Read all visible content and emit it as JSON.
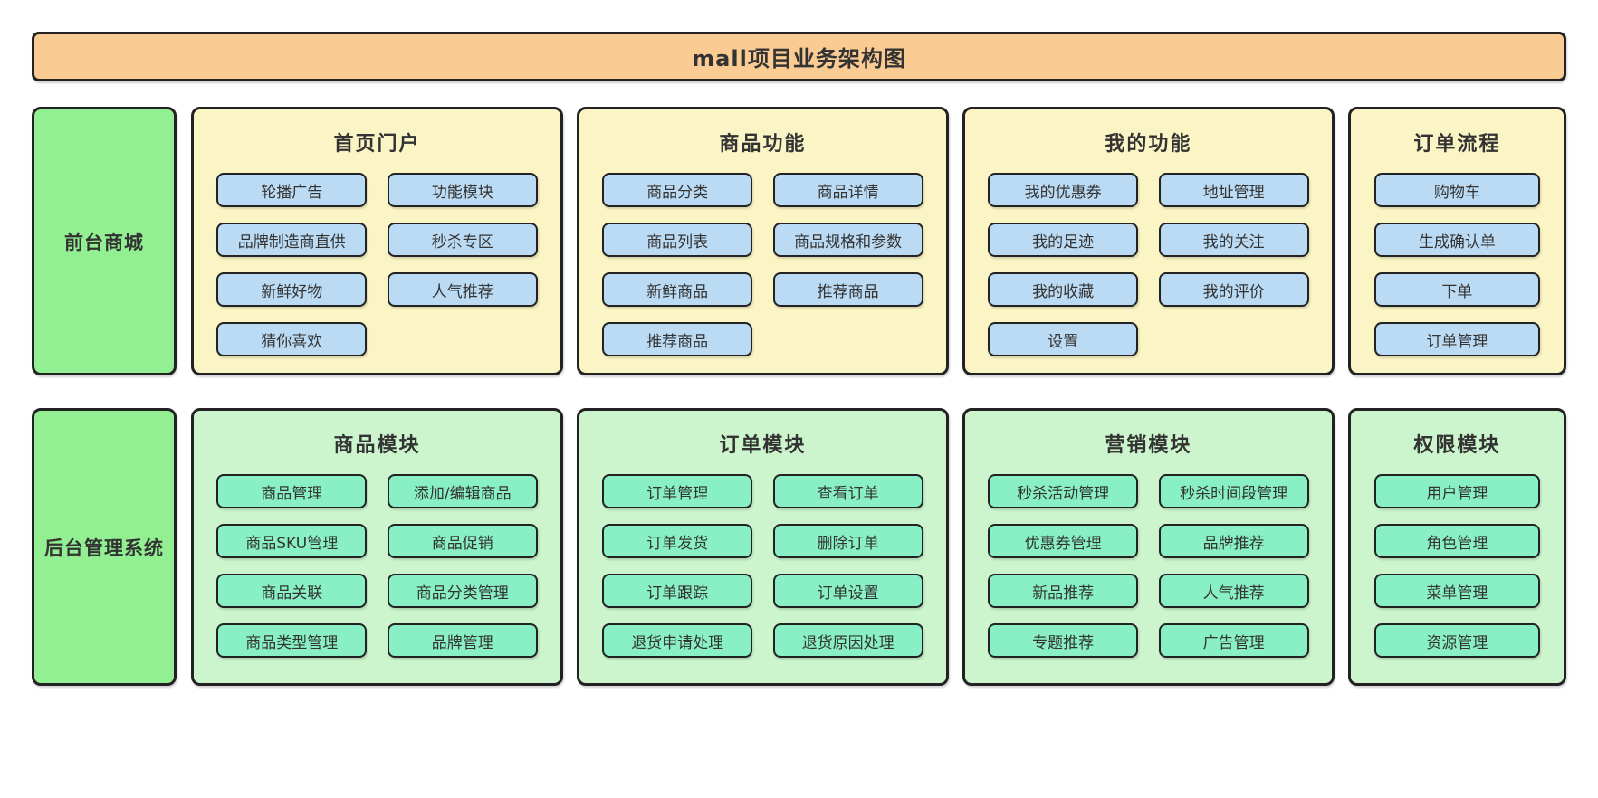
{
  "title": "mall项目业务架构图",
  "colors": {
    "title_bg": "#FACB92",
    "side_bg": "#92EF92",
    "front_panel_bg": "#FBF5C6",
    "front_button_bg": "#BBDAF3",
    "back_panel_bg": "#CCF5CE",
    "back_button_bg": "#88F0C4",
    "border": "#222222",
    "text": "#333333"
  },
  "rows": [
    {
      "name": "front",
      "side_label": "前台商城",
      "panels": [
        {
          "title": "首页门户",
          "columns": [
            [
              "轮播广告",
              "品牌制造商直供",
              "新鲜好物",
              "猜你喜欢"
            ],
            [
              "功能模块",
              "秒杀专区",
              "人气推荐"
            ]
          ]
        },
        {
          "title": "商品功能",
          "columns": [
            [
              "商品分类",
              "商品列表",
              "新鲜商品",
              "推荐商品"
            ],
            [
              "商品详情",
              "商品规格和参数",
              "推荐商品"
            ]
          ]
        },
        {
          "title": "我的功能",
          "columns": [
            [
              "我的优惠券",
              "我的足迹",
              "我的收藏",
              "设置"
            ],
            [
              "地址管理",
              "我的关注",
              "我的评价"
            ]
          ]
        },
        {
          "title": "订单流程",
          "columns": [
            [
              "购物车",
              "生成确认单",
              "下单",
              "订单管理"
            ]
          ]
        }
      ]
    },
    {
      "name": "back",
      "side_label": "后台管理系统",
      "panels": [
        {
          "title": "商品模块",
          "columns": [
            [
              "商品管理",
              "商品SKU管理",
              "商品关联",
              "商品类型管理"
            ],
            [
              "添加/编辑商品",
              "商品促销",
              "商品分类管理",
              "品牌管理"
            ]
          ]
        },
        {
          "title": "订单模块",
          "columns": [
            [
              "订单管理",
              "订单发货",
              "订单跟踪",
              "退货申请处理"
            ],
            [
              "查看订单",
              "删除订单",
              "订单设置",
              "退货原因处理"
            ]
          ]
        },
        {
          "title": "营销模块",
          "columns": [
            [
              "秒杀活动管理",
              "优惠券管理",
              "新品推荐",
              "专题推荐"
            ],
            [
              "秒杀时间段管理",
              "品牌推荐",
              "人气推荐",
              "广告管理"
            ]
          ]
        },
        {
          "title": "权限模块",
          "columns": [
            [
              "用户管理",
              "角色管理",
              "菜单管理",
              "资源管理"
            ]
          ]
        }
      ]
    }
  ]
}
